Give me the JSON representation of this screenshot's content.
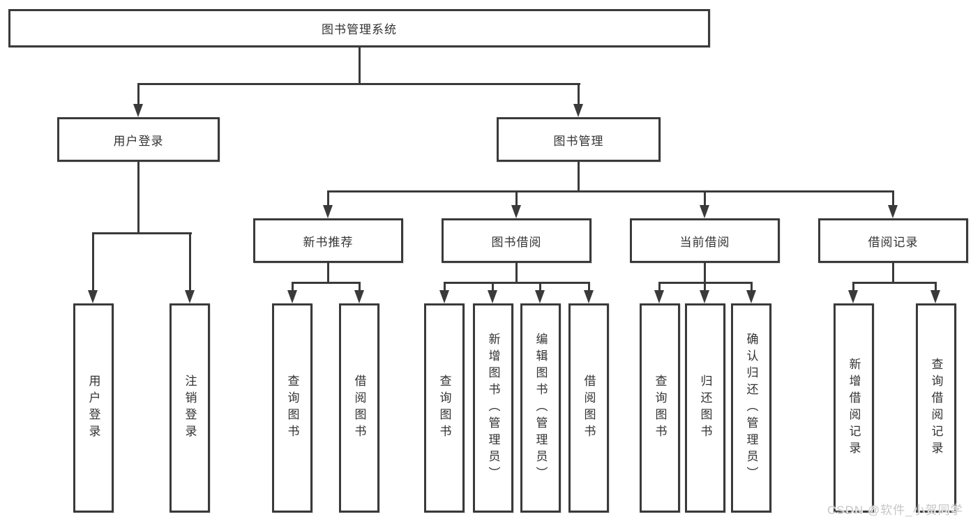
{
  "tree": {
    "root": {
      "label": "图书管理系统"
    },
    "user_login": {
      "label": "用户登录",
      "children": [
        {
          "label": "用户登录"
        },
        {
          "label": "注销登录"
        }
      ]
    },
    "book_mgmt": {
      "label": "图书管理",
      "groups": [
        {
          "label": "新书推荐",
          "children": [
            {
              "label": "查询图书"
            },
            {
              "label": "借阅图书"
            }
          ]
        },
        {
          "label": "图书借阅",
          "children": [
            {
              "label": "查询图书"
            },
            {
              "label": "新增图书（管理员）"
            },
            {
              "label": "编辑图书（管理员）"
            },
            {
              "label": "借阅图书"
            }
          ]
        },
        {
          "label": "当前借阅",
          "children": [
            {
              "label": "查询图书"
            },
            {
              "label": "归还图书"
            },
            {
              "label": "确认归还（管理员）"
            }
          ]
        },
        {
          "label": "借阅记录",
          "children": [
            {
              "label": "新增借阅记录"
            },
            {
              "label": "查询借阅记录"
            }
          ]
        }
      ]
    }
  },
  "watermark": "CSDN @软件_小贺同学",
  "colors": {
    "line": "#3a3a3a",
    "text": "#333333",
    "box_fill": "#ffffff",
    "watermark": "#c6c6c6",
    "background": "#ffffff"
  }
}
